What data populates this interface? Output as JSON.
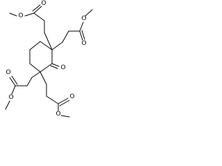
{
  "molecule": {
    "atoms": {
      "ketone_o": "O",
      "ester1_carbonyl_o": "O",
      "ester1_ether_o": "O",
      "ester2_carbonyl_o": "O",
      "ester2_ether_o": "O",
      "ester3_carbonyl_o": "O",
      "ester3_ether_o": "O",
      "ester4_carbonyl_o": "O",
      "ester4_ether_o": "O"
    }
  }
}
